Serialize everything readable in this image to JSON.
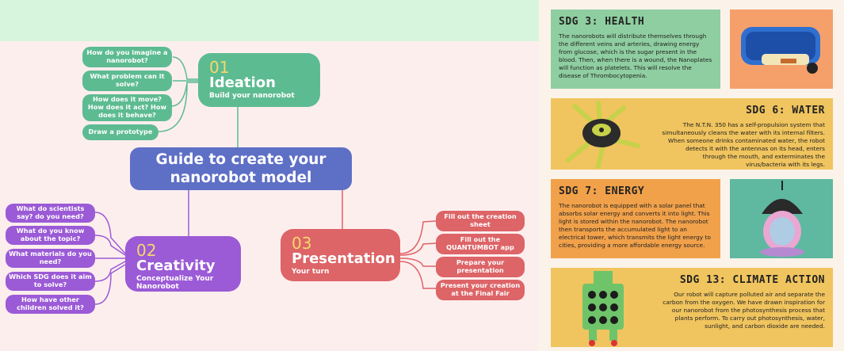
{
  "mindmap": {
    "central": [
      "Guide to create your",
      "nanorobot model"
    ],
    "ideation": {
      "number": "01",
      "title": "Ideation",
      "subtitle": "Build your nanorobot",
      "questions": [
        "How do you imagine a nanorobot?",
        "What problem can it solve?",
        "How does it move? How does it act? How does it behave?",
        "Draw a prototype"
      ]
    },
    "creativity": {
      "number": "02",
      "title": "Creativity",
      "subtitle": "Conceptualize Your Nanorobot",
      "questions": [
        "What do scientists say? do you need?",
        "What do you know about the topic?",
        "What materials do you need?",
        "Which SDG does it aim to solve?",
        "How have other children solved it?"
      ]
    },
    "presentation": {
      "number": "03",
      "title": "Presentation",
      "subtitle": "Your turn",
      "steps": [
        "Fill out the creation sheet",
        "Fill out the QUANTUMBOT app",
        "Prepare your presentation",
        "Present your creation at the Final Fair"
      ]
    }
  },
  "sdg_cards": [
    {
      "title": "SDG 3: HEALTH",
      "body": "The nanorobots will distribute themselves through the different veins and arteries, drawing energy from glucose, which is the sugar present in the blood. Then, when there is a wound, the Nanoplates will function as platelets. This will resolve the disease of Thrombocytopenia.",
      "color": "#8fcea0"
    },
    {
      "title": "SDG 6: WATER",
      "body": "The N.T.N. 350 has a self-propulsion system that simultaneously cleans the water with its internal filters. When someone drinks contaminated water, the robot detects it with the antennas on its head, enters through the mouth, and exterminates the virus/bacteria with its legs.",
      "color": "#f0c45e"
    },
    {
      "title": "SDG 7: ENERGY",
      "body": "The nanorobot is equipped with a solar panel that absorbs solar energy and converts it into light. This light is stored within the nanorobot. The nanorobot then transports the accumulated light to an electrical tower, which transmits the light energy to cities, providing a more affordable energy source.",
      "color": "#f1a14a"
    },
    {
      "title": "SDG 13: CLIMATE ACTION",
      "body": "Our robot will capture polluted air and separate the carbon from the oxygen. We have drawn inspiration for our nanorobot from the photosynthesis process that plants perform. To carry out photosynthesis, water, sunlight, and carbon dioxide are needed.",
      "color": "#f0c45e"
    }
  ],
  "colors": {
    "ideation": "#5dbb91",
    "creativity": "#9b5ad6",
    "presentation": "#dd6467",
    "central": "#5e6fc6",
    "number": "#f6d86a"
  }
}
